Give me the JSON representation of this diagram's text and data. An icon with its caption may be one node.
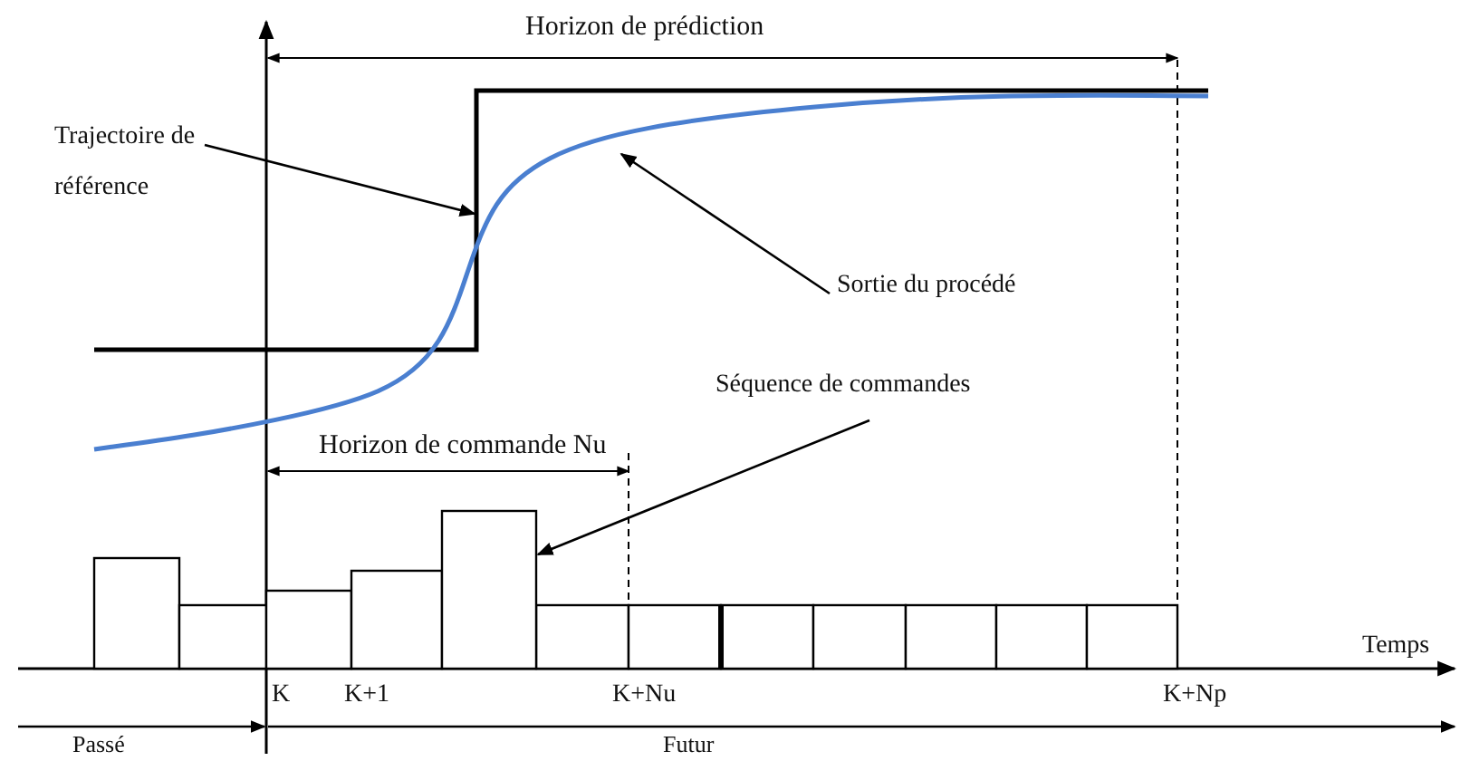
{
  "diagram": {
    "nodes": [
      {
        "text": [
          "Trajectoire de référence"
        ]
      },
      {
        "text": [
          "Sortie du procédé"
        ]
      },
      {
        "text": [
          "Séquence de commandes"
        ]
      },
      {
        "text": [],
        "shape": "bar"
      }
    ],
    "edges": [
      {
        "from": 0,
        "to": null,
        "arrow": "to"
      },
      {
        "from": 1,
        "to": null,
        "arrow": "to"
      },
      {
        "from": 2,
        "to": 3,
        "arrow": "to"
      }
    ],
    "labels": [
      "Horizon de prédiction",
      "Horizon de commande Nu",
      "Temps",
      "K",
      "K+1",
      "K+Nu",
      "K+Np",
      "Passé",
      "Futur"
    ]
  }
}
